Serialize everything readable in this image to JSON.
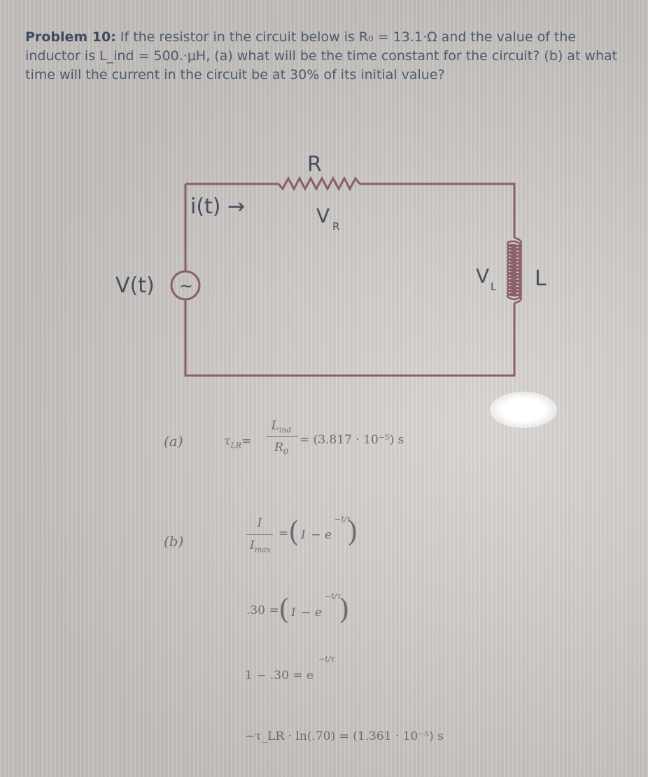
{
  "problem": {
    "label": "Problem 10:",
    "text": "If the resistor in the circuit below is R₀ = 13.1·Ω and the value of the inductor is L_ind = 500.·μH, (a) what will be the time constant for the circuit? (b) at what time will the current in the circuit be at 30% of its initial value?"
  },
  "circuit": {
    "resistor_label": "R",
    "resistor_voltage": "V",
    "resistor_voltage_sub": "R",
    "current_label": "i(t) →",
    "source_label": "V(t)",
    "source_symbol": "~",
    "inductor_voltage": "V",
    "inductor_voltage_sub": "L",
    "inductor_label": "L"
  },
  "solution": {
    "part_a_label": "(a)",
    "tau": "τ",
    "tau_sub": "LR",
    "equals": "=",
    "l_ind": "L",
    "l_ind_sub": "ind",
    "r0": "R",
    "r0_sub": "0",
    "part_a_result": "= (3.817 · 10⁻⁵) s",
    "part_b_label": "(b)",
    "i": "I",
    "i_max": "I",
    "i_max_sub": "max",
    "one_minus_e": "1 − e",
    "exponent": "−t/τ",
    "line2_left": ".30 =",
    "line3_left": "1 − .30 = e",
    "line4": "−τ_LR · ln(.70) = (1.361 · 10⁻⁵) s"
  }
}
